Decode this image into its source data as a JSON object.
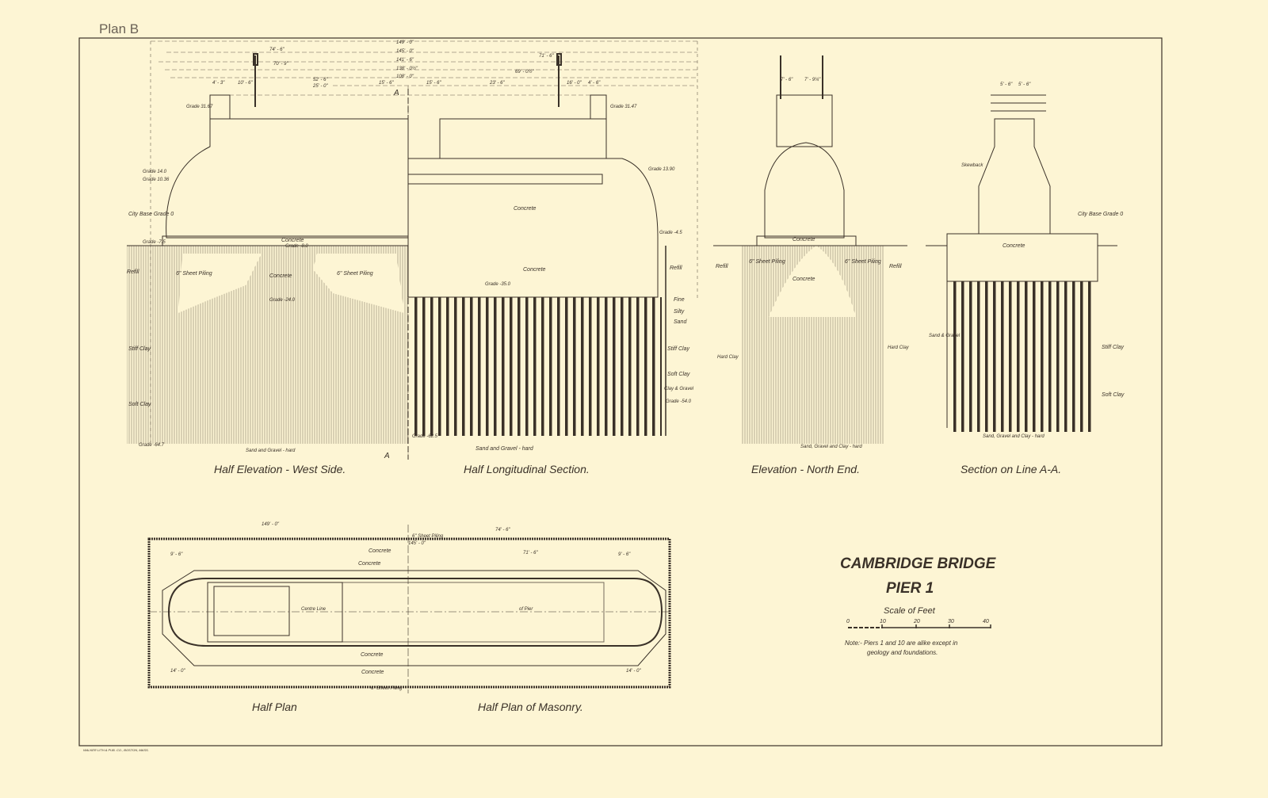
{
  "sheet_label": "Plan B",
  "title": {
    "line1": "CAMBRIDGE BRIDGE",
    "line2": "PIER 1",
    "scale_label": "Scale of Feet",
    "scale_ticks": [
      "0",
      "10",
      "20",
      "30",
      "40"
    ],
    "note_line1": "Note:- Piers 1 and 10 are alike except in",
    "note_line2": "geology and foundations."
  },
  "views": {
    "half_elevation": "Half Elevation - West Side.",
    "half_section": "Half Longitudinal Section.",
    "north_end": "Elevation - North End.",
    "section_aa": "Section on Line A-A.",
    "half_plan": "Half Plan",
    "half_plan_masonry": "Half Plan of Masonry."
  },
  "dimensions": {
    "d149": "149' - 0\"",
    "d145": "145' - 0\"",
    "d141": "141' - 6\"",
    "d138": "138' - 0½\"",
    "d108": "108' - 0\"",
    "d74": "74' - 6\"",
    "d71": "71' - 6\"",
    "d70": "70' - 9\"",
    "d69": "69' - 0½\"",
    "d52": "52' - 6\"",
    "d25": "25' - 0\"",
    "d15a": "15' - 6\"",
    "d15b": "15' - 6\"",
    "d23": "23' - 6\"",
    "d10": "10' - 6\"",
    "d4": "4' - 3\"",
    "d16": "16' - 0\"",
    "d4b": "4' - 6\"",
    "d7a": "7' - 6\"",
    "d7b": "7' - 9¼\"",
    "d5a": "5' - 6\"",
    "d5b": "5' - 6\"",
    "d9": "9' - 6\"",
    "d14": "14' - 0\""
  },
  "materials": {
    "concrete": "Concrete",
    "sheet_piling": "6\" Sheet Piling",
    "refill": "Refill",
    "fine": "Fine",
    "silty": "Silty",
    "sand": "Sand",
    "stiff_clay": "Stiff Clay",
    "soft_clay": "Soft Clay",
    "hard_clay": "Hard Clay",
    "sand_gravel": "Sand & Gravel",
    "clay_gravel": "Clay & Gravel",
    "sand_gravel_hard": "Sand and Gravel - hard",
    "sand_gravel_clay_hard": "Sand, Gravel and Clay - hard",
    "city_base": "City Base  Grade 0",
    "centre_line": "Centre Line",
    "of_pier": "of Pier",
    "shambeck": "Skewback",
    "section_mark": "A"
  },
  "grades": {
    "g3167": "Grade 31.67",
    "g3147": "Grade 31.47",
    "g1460": "Grade 14.0",
    "g1036": "Grade 10.36",
    "g1390": "Grade 13.90",
    "g75": "Grade -7.5",
    "g80": "Grade -8.0",
    "g240": "Grade -24.0",
    "g647": "Grade -64.7",
    "g625": "Grade -62.5",
    "g45": "Grade -4.5",
    "g350": "Grade -35.0",
    "g540": "Grade -54.0"
  },
  "imprint": "WALKER LITH.& PUB. CO., BOSTON, MASS.",
  "colors": {
    "paper": "#fdf5d4",
    "ink": "#3a3128"
  }
}
